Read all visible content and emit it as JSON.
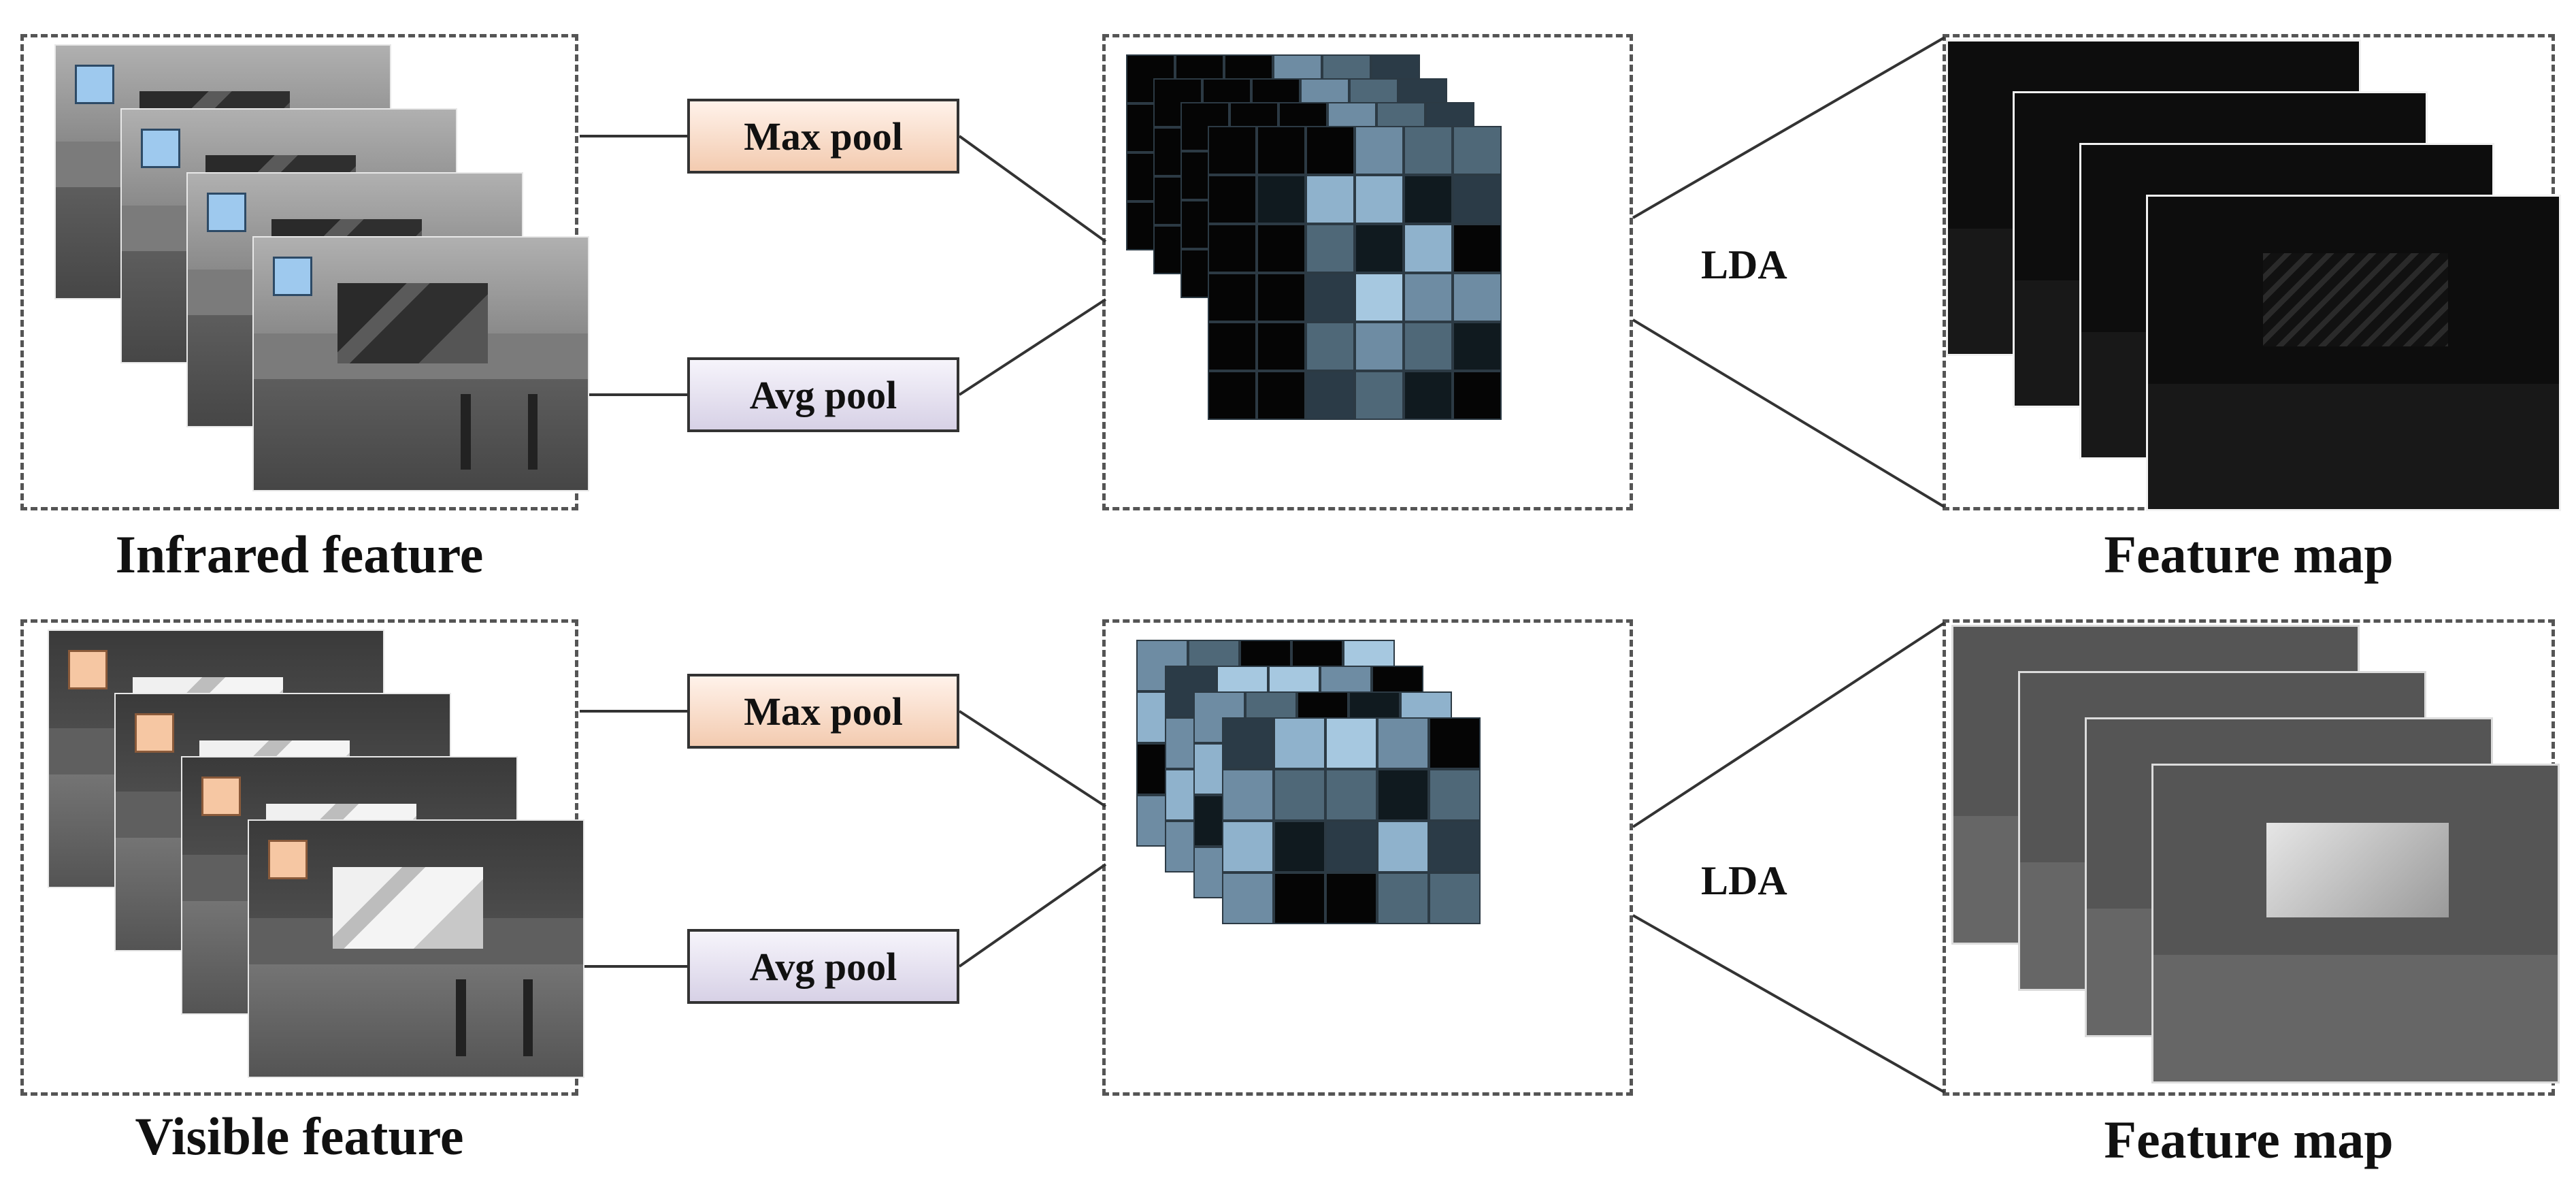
{
  "colors": {
    "max_pool_fill": "#f5d5c0",
    "avg_pool_fill": "#e4e0ef",
    "infrared_patch": "#9ec9ee",
    "visible_patch": "#f6c7a3",
    "cell_palette": [
      "#050505",
      "#101a1f",
      "#2b3b47",
      "#4f6878",
      "#6e8ca3",
      "#8fb2cc",
      "#a6c8e0"
    ]
  },
  "top_row": {
    "input_caption": "Infrared feature",
    "max_pool_label": "Max pool",
    "avg_pool_label": "Avg pool",
    "lda_label": "LDA",
    "output_caption": "Feature map",
    "cell_layers": [
      [
        [
          0,
          0,
          0,
          4,
          3,
          2
        ],
        [
          0,
          0,
          0,
          3,
          3,
          2
        ],
        [
          0,
          1,
          0,
          1,
          1,
          1
        ],
        [
          0,
          0,
          0,
          0,
          0,
          0
        ]
      ],
      [
        [
          0,
          0,
          0,
          4,
          3,
          2
        ],
        [
          0,
          0,
          0,
          3,
          3,
          2
        ],
        [
          0,
          1,
          0,
          1,
          1,
          1
        ],
        [
          0,
          0,
          0,
          0,
          0,
          0
        ]
      ],
      [
        [
          0,
          0,
          0,
          4,
          3,
          2
        ],
        [
          0,
          0,
          0,
          3,
          3,
          2
        ],
        [
          0,
          1,
          0,
          1,
          1,
          1
        ],
        [
          0,
          0,
          0,
          0,
          0,
          0
        ]
      ],
      [
        [
          0,
          0,
          0,
          4,
          3,
          3
        ],
        [
          0,
          1,
          5,
          5,
          1,
          2
        ],
        [
          0,
          0,
          3,
          1,
          5,
          0
        ],
        [
          0,
          0,
          2,
          6,
          4,
          4
        ],
        [
          0,
          0,
          3,
          4,
          3,
          1
        ],
        [
          0,
          0,
          2,
          3,
          1,
          0
        ]
      ]
    ]
  },
  "bottom_row": {
    "input_caption": "Visible feature",
    "max_pool_label": "Max pool",
    "avg_pool_label": "Avg pool",
    "lda_label": "LDA",
    "output_caption": "Feature map",
    "cell_layers": [
      [
        [
          4,
          3,
          0,
          0,
          6
        ],
        [
          5,
          4,
          2,
          0,
          0
        ],
        [
          0,
          4,
          2,
          0,
          0
        ],
        [
          4,
          4,
          3,
          0,
          0
        ]
      ],
      [
        [
          2,
          6,
          6,
          4,
          0
        ],
        [
          4,
          3,
          0,
          1,
          5
        ],
        [
          5,
          1,
          2,
          0,
          0
        ],
        [
          4,
          4,
          3,
          0,
          0
        ]
      ],
      [
        [
          4,
          3,
          0,
          1,
          5
        ],
        [
          5,
          2,
          5,
          6,
          4
        ],
        [
          1,
          4,
          3,
          3,
          1
        ],
        [
          4,
          4,
          3,
          0,
          0
        ]
      ],
      [
        [
          2,
          5,
          6,
          4,
          0
        ],
        [
          4,
          3,
          3,
          1,
          3
        ],
        [
          5,
          1,
          2,
          5,
          2
        ],
        [
          4,
          0,
          0,
          3,
          3
        ]
      ]
    ]
  }
}
